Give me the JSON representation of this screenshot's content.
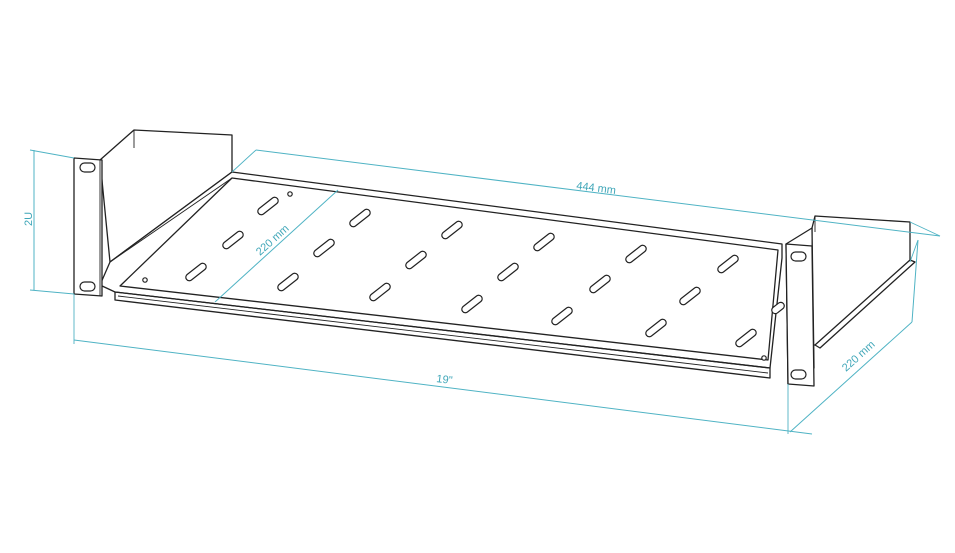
{
  "dimensions": {
    "width_label": "444 mm",
    "depth_label_shelf": "220 mm",
    "depth_label_side": "220 mm",
    "rack_width_label": "19\"",
    "height_label": "2U"
  },
  "colors": {
    "dimension_line": "#4fb3c4",
    "outline": "#222222"
  }
}
